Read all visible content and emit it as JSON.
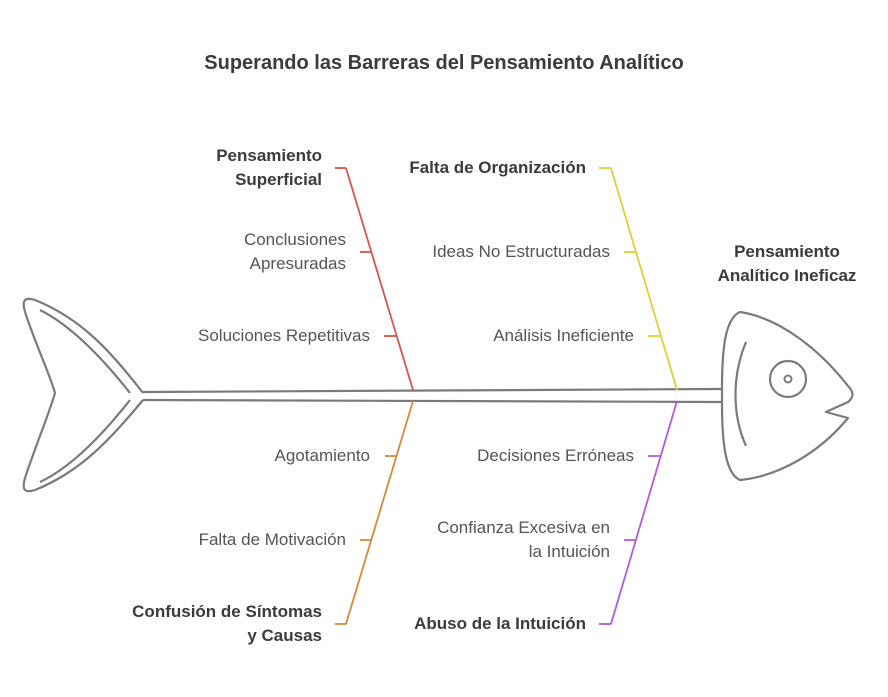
{
  "title": "Superando las Barreras del Pensamiento Analítico",
  "effect": {
    "line1": "Pensamiento",
    "line2": "Analítico Ineficaz"
  },
  "bones": [
    {
      "category": {
        "line1": "Pensamiento",
        "line2": "Superficial"
      },
      "causes": [
        {
          "line1": "Conclusiones",
          "line2": "Apresuradas"
        },
        {
          "line1": "Soluciones Repetitivas"
        }
      ],
      "color": "#d9534f"
    },
    {
      "category": {
        "line1": "Falta de Organización"
      },
      "causes": [
        {
          "line1": "Ideas No Estructuradas"
        },
        {
          "line1": "Análisis Ineficiente"
        }
      ],
      "color": "#ddd033"
    },
    {
      "category": {
        "line1": "Confusión de Síntomas",
        "line2": "y Causas"
      },
      "causes": [
        {
          "line1": "Agotamiento"
        },
        {
          "line1": "Falta de Motivación"
        }
      ],
      "color": "#d9893a"
    },
    {
      "category": {
        "line1": "Abuso de la Intuición"
      },
      "causes": [
        {
          "line1": "Decisiones Erróneas"
        },
        {
          "line1": "Confianza Excesiva en",
          "line2": "la Intuición"
        }
      ],
      "color": "#b25be0"
    }
  ],
  "colors": {
    "outline": "#7a7a7a",
    "text": "#3b3b3b"
  }
}
